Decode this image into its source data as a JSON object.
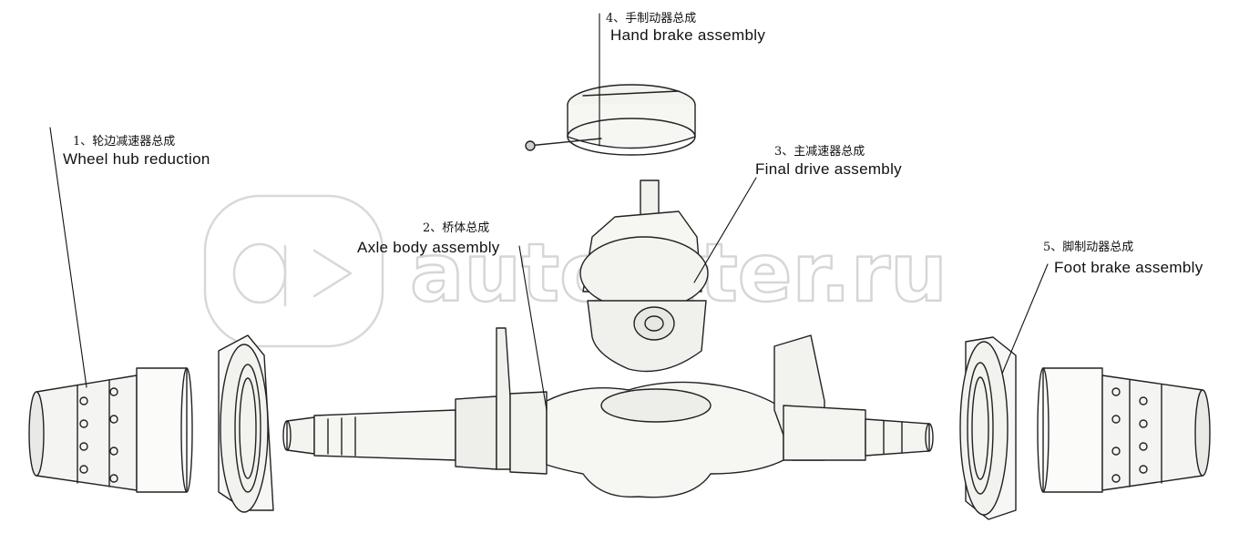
{
  "watermark": {
    "text": "autopiter.ru"
  },
  "callouts": [
    {
      "number": "1、",
      "cn": "轮边减速器总成",
      "en": "Wheel hub reduction"
    },
    {
      "number": "2、",
      "cn": "桥体总成",
      "en": "Axle body assembly"
    },
    {
      "number": "3、",
      "cn": "主减速器总成",
      "en": "Final drive assembly"
    },
    {
      "number": "4、",
      "cn": "手制动器总成",
      "en": "Hand brake assembly"
    },
    {
      "number": "5、",
      "cn": "脚制动器总成",
      "en": "Foot brake assembly"
    }
  ]
}
